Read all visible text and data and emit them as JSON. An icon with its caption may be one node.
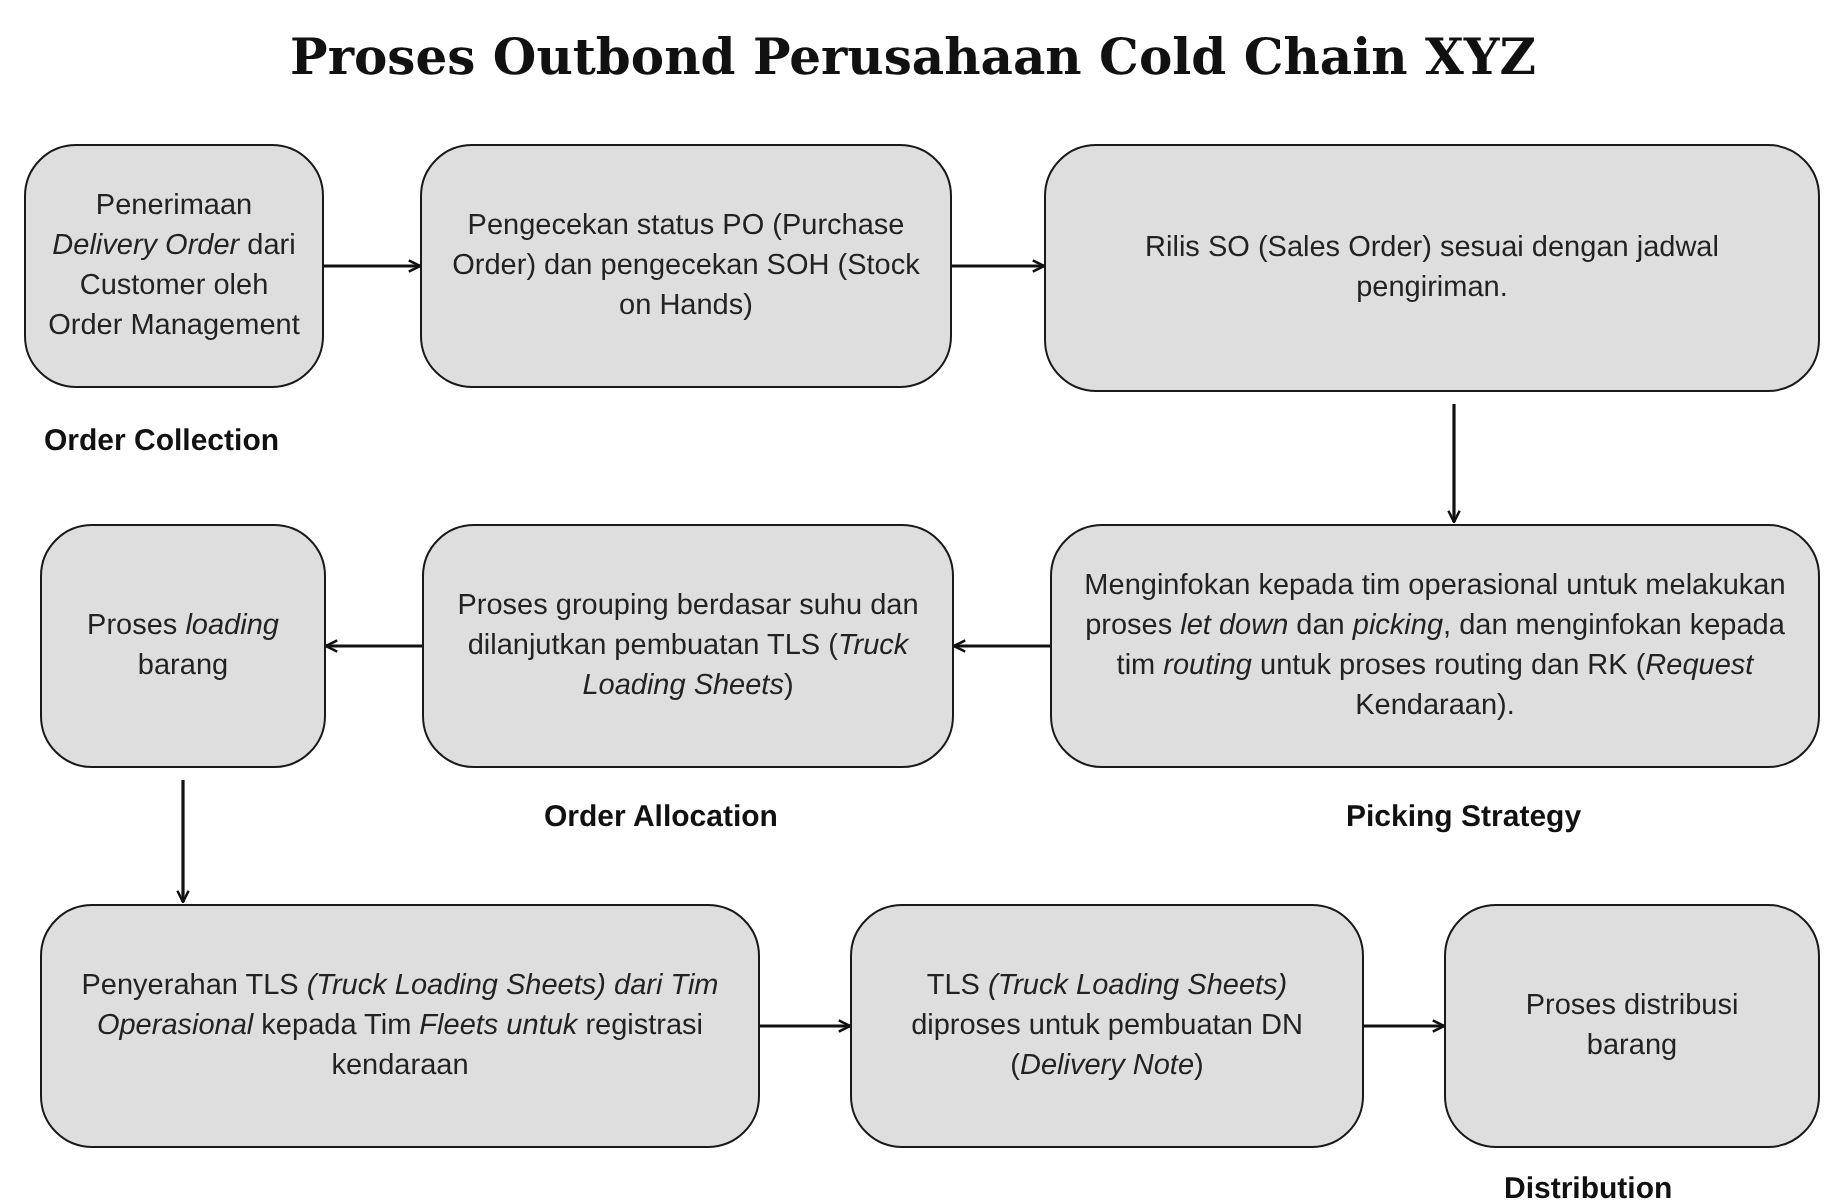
{
  "diagram": {
    "title": "Proses Outbond Perusahaan Cold Chain XYZ",
    "nodes": [
      {
        "text": [
          "Penerimaan *Delivery Order* dari Customer oleh Order Management"
        ]
      },
      {
        "text": [
          "Pengecekan status PO (Purchase Order) dan pengecekan SOH (Stock on Hands)"
        ]
      },
      {
        "text": [
          "Rilis SO (Sales Order) sesuai dengan jadwal pengiriman."
        ]
      },
      {
        "text": [
          "Proses *loading* barang"
        ]
      },
      {
        "text": [
          "Proses grouping berdasar suhu dan dilanjutkan pembuatan TLS (*Truck Loading Sheets*)"
        ]
      },
      {
        "text": [
          "Menginfokan kepada tim operasional untuk melakukan proses *let down* dan *picking*, dan menginfokan kepada tim *routing* untuk proses routing  dan RK (*Request* Kendaraan)."
        ]
      },
      {
        "text": [
          "Penyerahan TLS *(Truck Loading Sheets) dari Tim Operasional* kepada Tim *Fleets untuk*  registrasi kendaraan"
        ]
      },
      {
        "text": [
          "TLS *(Truck Loading Sheets)* diproses untuk pembuatan DN (*Delivery Note*)"
        ]
      },
      {
        "text": [
          "Proses distribusi barang"
        ]
      }
    ],
    "edges": [
      {
        "from": 0,
        "to": 1,
        "arrow": "to"
      },
      {
        "from": 1,
        "to": 2,
        "arrow": "to"
      },
      {
        "from": 2,
        "to": 5,
        "arrow": "to"
      },
      {
        "from": 5,
        "to": 4,
        "arrow": "to"
      },
      {
        "from": 4,
        "to": 3,
        "arrow": "to"
      },
      {
        "from": 3,
        "to": 6,
        "arrow": "to"
      },
      {
        "from": 6,
        "to": 7,
        "arrow": "to"
      },
      {
        "from": 7,
        "to": 8,
        "arrow": "to"
      }
    ],
    "labels": [
      "Order Collection",
      "Order Allocation",
      "Picking Strategy",
      "Distribution"
    ]
  }
}
